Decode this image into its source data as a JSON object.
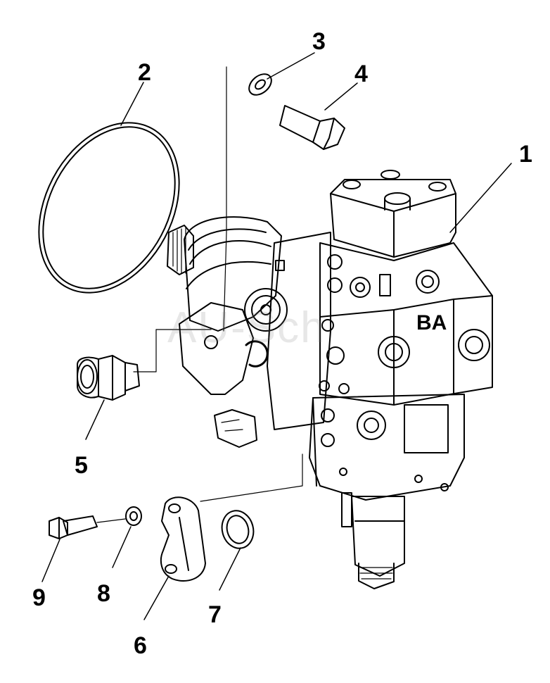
{
  "diagram": {
    "callouts": [
      {
        "id": "1",
        "label": "1"
      },
      {
        "id": "2",
        "label": "2"
      },
      {
        "id": "3",
        "label": "3"
      },
      {
        "id": "4",
        "label": "4"
      },
      {
        "id": "5",
        "label": "5"
      },
      {
        "id": "6",
        "label": "6"
      },
      {
        "id": "7",
        "label": "7"
      },
      {
        "id": "8",
        "label": "8"
      },
      {
        "id": "9",
        "label": "9"
      }
    ],
    "watermark": "AU-Sch",
    "block_lettering": "BA"
  },
  "colors": {
    "line": "#000000",
    "background": "#ffffff"
  }
}
